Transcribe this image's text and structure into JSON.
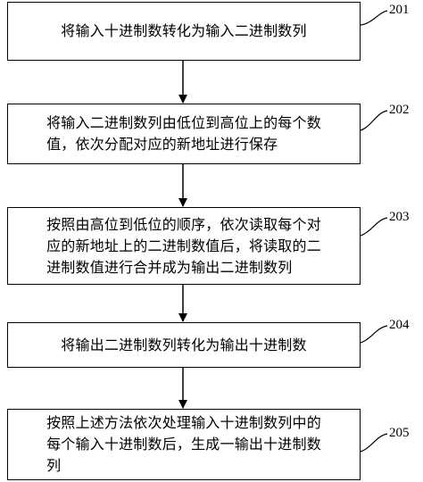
{
  "steps": [
    {
      "id": "201",
      "text": "将输入十进制数转化为输入二进制数列"
    },
    {
      "id": "202",
      "text": "将输入二进制数列由低位到高位上的每个数\n值，依次分配对应的新地址进行保存"
    },
    {
      "id": "203",
      "text": "按照由高位到低位的顺序，依次读取每个对\n应的新地址上的二进制数值后，将读取的二\n进制数值进行合并成为输出二进制数列"
    },
    {
      "id": "204",
      "text": "将输出二进制数列转化为输出十进制数"
    },
    {
      "id": "205",
      "text": "按照上述方法依次处理输入十进制数列中的\n每个输入十进制数后，生成一输出十进制数\n列"
    }
  ]
}
